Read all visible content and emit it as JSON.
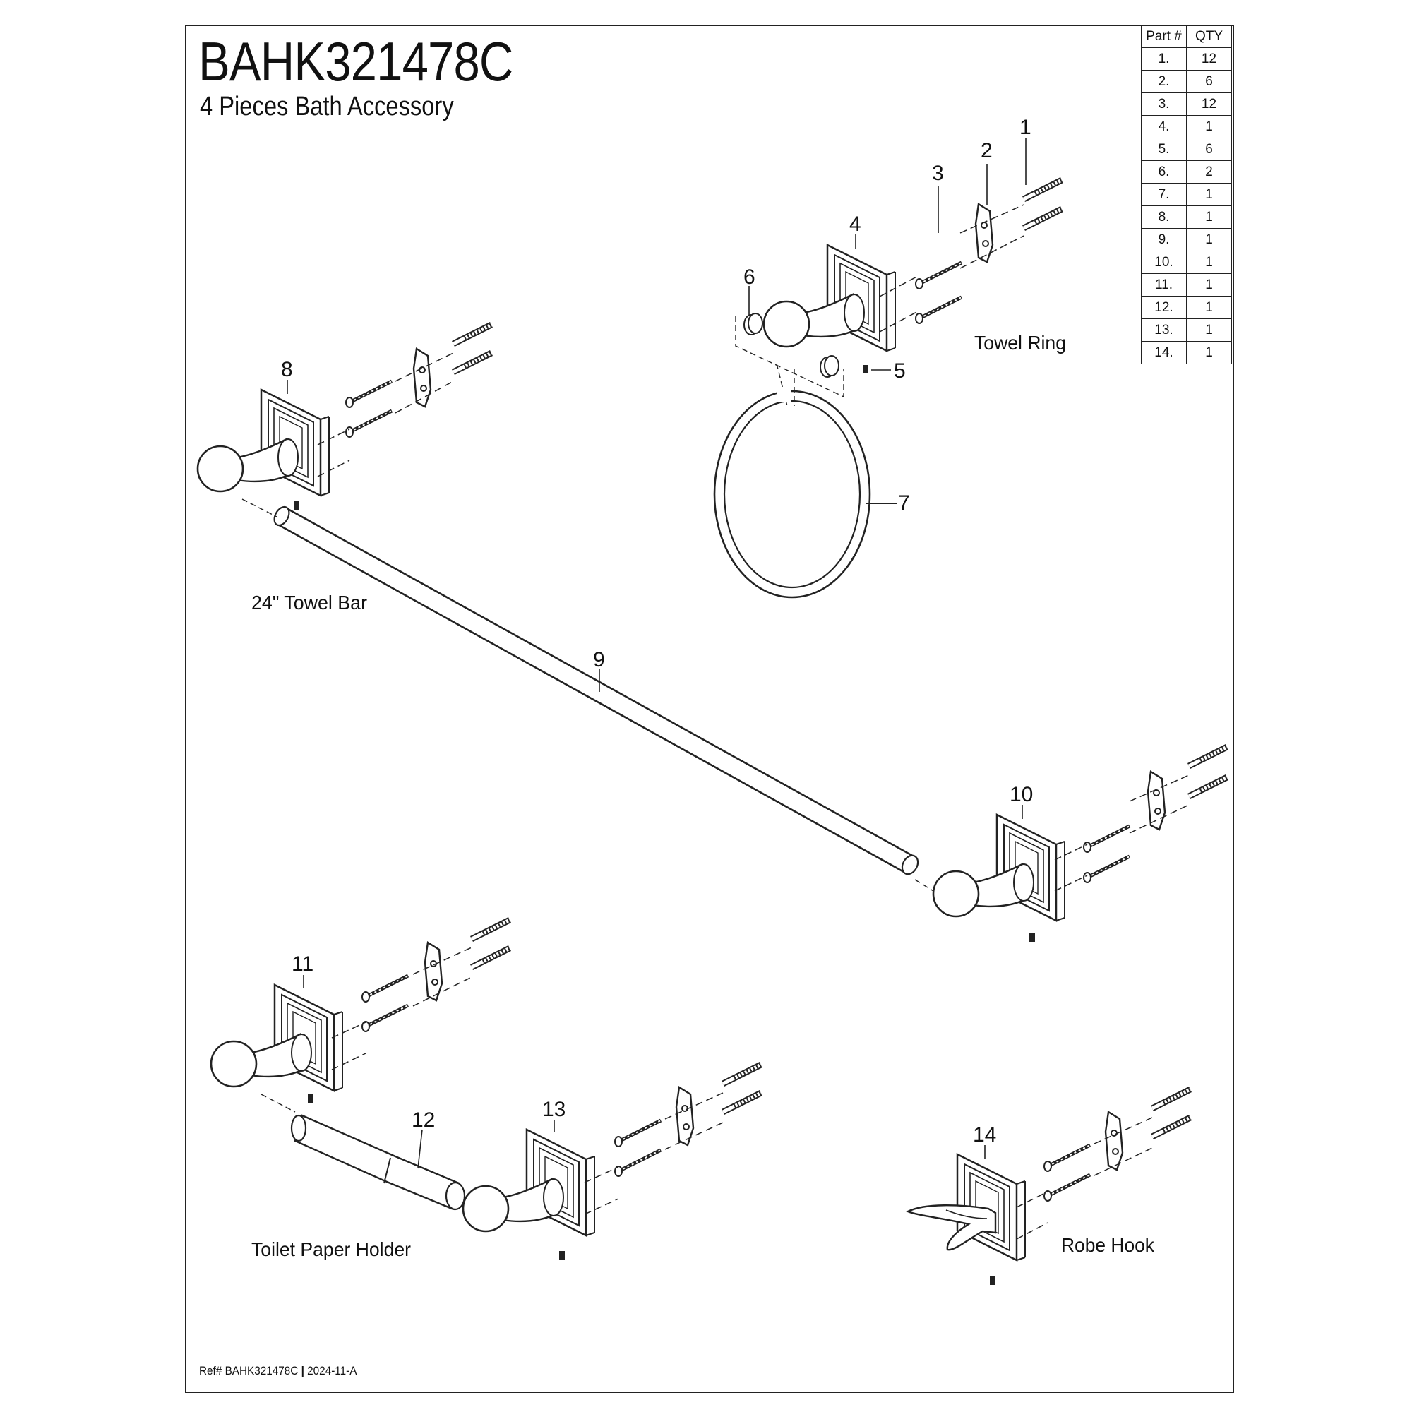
{
  "header": {
    "title": "BAHK321478C",
    "subtitle": "4 Pieces Bath Accessory"
  },
  "parts_table": {
    "headers": [
      "Part #",
      "QTY"
    ],
    "rows": [
      [
        "1.",
        "12"
      ],
      [
        "2.",
        "6"
      ],
      [
        "3.",
        "12"
      ],
      [
        "4.",
        "1"
      ],
      [
        "5.",
        "6"
      ],
      [
        "6.",
        "2"
      ],
      [
        "7.",
        "1"
      ],
      [
        "8.",
        "1"
      ],
      [
        "9.",
        "1"
      ],
      [
        "10.",
        "1"
      ],
      [
        "11.",
        "1"
      ],
      [
        "12.",
        "1"
      ],
      [
        "13.",
        "1"
      ],
      [
        "14.",
        "1"
      ]
    ]
  },
  "captions": {
    "towel_ring": "Towel Ring",
    "towel_bar": "24\" Towel Bar",
    "toilet_paper_holder": "Toilet Paper Holder",
    "robe_hook": "Robe Hook"
  },
  "callouts": [
    "1",
    "2",
    "3",
    "4",
    "5",
    "6",
    "7",
    "8",
    "9",
    "10",
    "11",
    "12",
    "13",
    "14"
  ],
  "footer": {
    "ref_label": "Ref# BAHK321478C",
    "separator": "|",
    "revision": "2024-11-A"
  }
}
